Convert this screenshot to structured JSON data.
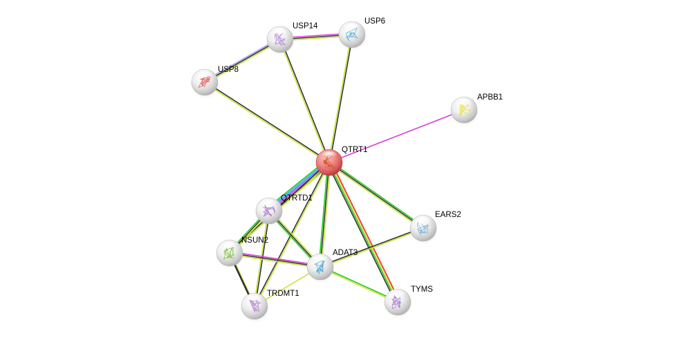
{
  "diagram": {
    "type": "protein-interaction-network",
    "edge_colors": {
      "textmining": "#c7e534",
      "coexpression": "#333333",
      "experiments": "#d541d5",
      "databases": "#20b2e0",
      "neighborhood": "#25c825",
      "fusion": "#ff2020",
      "cooccurrence": "#6a6aff",
      "homology": "#a3a3ff"
    },
    "nodes": [
      {
        "id": "USP14",
        "label": "USP14",
        "query": false,
        "structure_color": "#b68bd8"
      },
      {
        "id": "USP6",
        "label": "USP6",
        "query": false,
        "structure_color": "#4ab0d0"
      },
      {
        "id": "USP8",
        "label": "USP8",
        "query": false,
        "structure_color": "#e05050"
      },
      {
        "id": "APBB1",
        "label": "APBB1",
        "query": false,
        "structure_color": "#e8e030"
      },
      {
        "id": "QTRT1",
        "label": "QTRT1",
        "query": true,
        "structure_color": "#d05020"
      },
      {
        "id": "QTRTD1",
        "label": "QTRTD1",
        "query": false,
        "structure_color": "#a070d0"
      },
      {
        "id": "EARS2",
        "label": "EARS2",
        "query": false,
        "structure_color": "#80b0d0"
      },
      {
        "id": "NSUN2",
        "label": "NSUN2",
        "query": false,
        "structure_color": "#80c040"
      },
      {
        "id": "ADAT3",
        "label": "ADAT3",
        "query": false,
        "structure_color": "#4aa0d0"
      },
      {
        "id": "TYMS",
        "label": "TYMS",
        "query": false,
        "structure_color": "#a070d0"
      },
      {
        "id": "TRDMT1",
        "label": "TRDMT1",
        "query": false,
        "structure_color": "#b080d0"
      }
    ],
    "edges": [
      {
        "source": "USP14",
        "target": "USP6",
        "evidence": [
          "experiments",
          "coexpression",
          "textmining"
        ]
      },
      {
        "source": "USP14",
        "target": "USP8",
        "evidence": [
          "textmining",
          "coexpression",
          "homology"
        ]
      },
      {
        "source": "USP14",
        "target": "QTRT1",
        "evidence": [
          "coexpression",
          "textmining"
        ]
      },
      {
        "source": "USP6",
        "target": "QTRT1",
        "evidence": [
          "coexpression",
          "textmining"
        ]
      },
      {
        "source": "USP8",
        "target": "QTRT1",
        "evidence": [
          "coexpression",
          "textmining"
        ]
      },
      {
        "source": "APBB1",
        "target": "QTRT1",
        "evidence": [
          "experiments"
        ]
      },
      {
        "source": "QTRT1",
        "target": "QTRTD1",
        "evidence": [
          "textmining",
          "coexpression",
          "experiments",
          "cooccurrence",
          "databases",
          "neighborhood"
        ]
      },
      {
        "source": "QTRT1",
        "target": "EARS2",
        "evidence": [
          "neighborhood",
          "coexpression",
          "textmining"
        ]
      },
      {
        "source": "QTRT1",
        "target": "NSUN2",
        "evidence": [
          "textmining",
          "coexpression"
        ]
      },
      {
        "source": "QTRT1",
        "target": "ADAT3",
        "evidence": [
          "textmining",
          "coexpression",
          "neighborhood"
        ]
      },
      {
        "source": "QTRT1",
        "target": "TYMS",
        "evidence": [
          "fusion",
          "textmining",
          "neighborhood",
          "coexpression"
        ]
      },
      {
        "source": "QTRT1",
        "target": "TRDMT1",
        "evidence": [
          "textmining",
          "coexpression"
        ]
      },
      {
        "source": "QTRTD1",
        "target": "NSUN2",
        "evidence": [
          "textmining",
          "coexpression",
          "neighborhood"
        ]
      },
      {
        "source": "QTRTD1",
        "target": "ADAT3",
        "evidence": [
          "textmining",
          "coexpression",
          "neighborhood"
        ]
      },
      {
        "source": "QTRTD1",
        "target": "TRDMT1",
        "evidence": [
          "coexpression",
          "textmining"
        ]
      },
      {
        "source": "NSUN2",
        "target": "ADAT3",
        "evidence": [
          "experiments",
          "coexpression",
          "textmining"
        ]
      },
      {
        "source": "NSUN2",
        "target": "TRDMT1",
        "evidence": [
          "textmining",
          "coexpression"
        ]
      },
      {
        "source": "ADAT3",
        "target": "TRDMT1",
        "evidence": [
          "textmining"
        ]
      },
      {
        "source": "ADAT3",
        "target": "EARS2",
        "evidence": [
          "coexpression",
          "textmining"
        ]
      },
      {
        "source": "ADAT3",
        "target": "TYMS",
        "evidence": [
          "neighborhood",
          "textmining"
        ]
      },
      {
        "source": "NSUN2",
        "target": "TRDMT1",
        "evidence": [
          "coexpression"
        ]
      }
    ]
  }
}
